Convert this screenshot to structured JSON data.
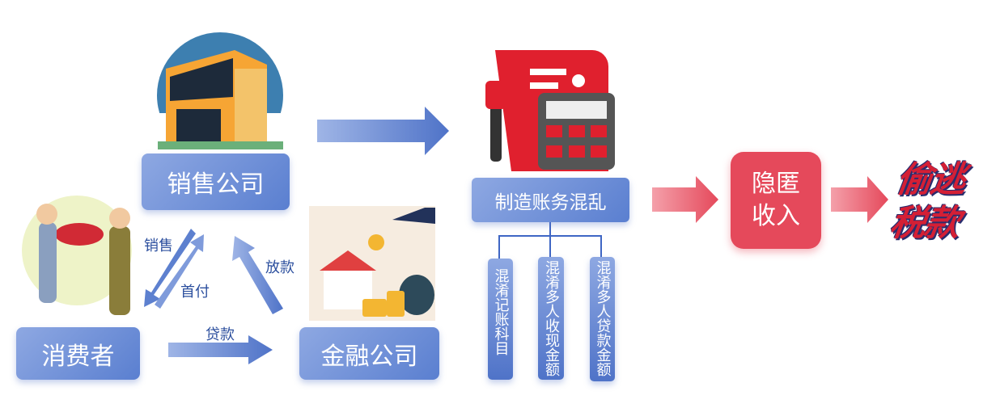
{
  "nodes": {
    "sales_company": "销售公司",
    "consumer": "消费者",
    "finance_company": "金融公司",
    "fake_accounts": "制造账务混乱",
    "hidden_income": "隐匿收入",
    "tax_evasion": "偷逃税款"
  },
  "edge_labels": {
    "sale": "销售",
    "down_payment": "首付",
    "loan": "贷款",
    "disburse": "放款"
  },
  "sub_items": [
    "混淆记账科目",
    "混淆多人收现金额",
    "混淆多人贷款金额"
  ],
  "colors": {
    "blue": "#5a7fd0",
    "red": "#e5495b",
    "dark_red": "#d41f35"
  }
}
